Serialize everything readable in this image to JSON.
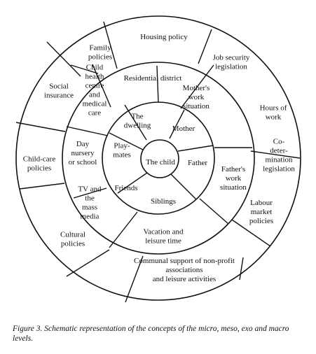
{
  "center": [
    "The child"
  ],
  "micro": [
    {
      "key": "dwelling",
      "lines": [
        "The",
        "dwelling"
      ]
    },
    {
      "key": "mother",
      "lines": [
        "Mother"
      ]
    },
    {
      "key": "father",
      "lines": [
        "Father"
      ]
    },
    {
      "key": "siblings",
      "lines": [
        "Siblings"
      ]
    },
    {
      "key": "friends",
      "lines": [
        "Friends"
      ]
    },
    {
      "key": "playmates",
      "lines": [
        "Play-",
        "mates"
      ]
    }
  ],
  "meso": [
    {
      "key": "residential-district",
      "lines": [
        "Residential district"
      ]
    },
    {
      "key": "mothers-work-situation",
      "lines": [
        "Mother's",
        "work",
        "situation"
      ]
    },
    {
      "key": "fathers-work-situation",
      "lines": [
        "Father's",
        "work",
        "situation"
      ]
    },
    {
      "key": "vacation-leisure-time",
      "lines": [
        "Vacation and",
        "leisure time"
      ]
    },
    {
      "key": "tv-mass-media",
      "lines": [
        "TV and",
        "the",
        "mass",
        "media"
      ]
    },
    {
      "key": "day-nursery",
      "lines": [
        "Day",
        "nursery",
        "or school"
      ]
    },
    {
      "key": "child-health-centre",
      "lines": [
        "Child",
        "health",
        "centre",
        "and",
        "medical",
        "care"
      ]
    }
  ],
  "macro": [
    {
      "key": "housing-policy",
      "lines": [
        "Housing policy"
      ]
    },
    {
      "key": "job-security-legislation",
      "lines": [
        "Job security",
        "legislation"
      ]
    },
    {
      "key": "hours-of-work",
      "lines": [
        "Hours of",
        "work"
      ]
    },
    {
      "key": "co-determination-legislation",
      "lines": [
        "Co-",
        "deter-",
        "mination",
        "legislation"
      ]
    },
    {
      "key": "labour-market-policies",
      "lines": [
        "Labour",
        "market",
        "policies"
      ]
    },
    {
      "key": "communal-support",
      "lines": [
        "Communal support of non-profit",
        "associations",
        "and leisure activities"
      ]
    },
    {
      "key": "cultural-policies",
      "lines": [
        "Cultural",
        "policies"
      ]
    },
    {
      "key": "child-care-policies",
      "lines": [
        "Child-care",
        "policies"
      ]
    },
    {
      "key": "social-insurance",
      "lines": [
        "Social",
        "insurance"
      ]
    },
    {
      "key": "family-policies",
      "lines": [
        "Family",
        "policies"
      ]
    }
  ],
  "caption": "Figure 3. Schematic representation of the concepts of the micro, meso, exo and macro levels."
}
